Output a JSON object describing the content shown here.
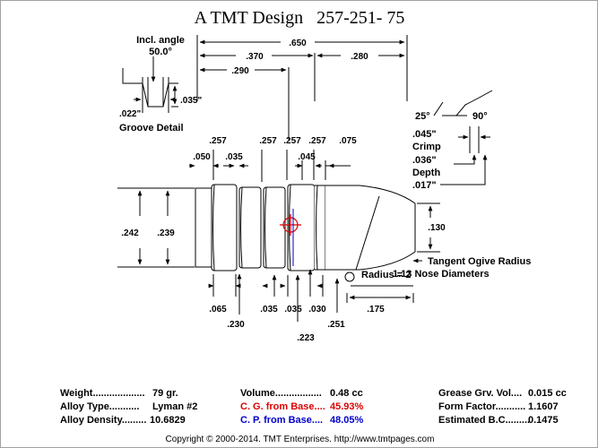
{
  "title": "A TMT Design   257-251- 75",
  "dimensions": {
    "overall_length": ".650",
    "len_370": ".370",
    "len_280": ".280",
    "len_290": ".290",
    "groove_depth_035": ".035\"",
    "groove_width_022": ".022\"",
    "dia_257_a": ".257",
    "dia_257_b": ".257",
    "dia_257_c": ".257",
    "dia_257_d": ".257",
    "len_050": ".050",
    "len_035_top": ".035",
    "len_045": ".045",
    "len_075": ".075",
    "dia_242": ".242",
    "dia_239": ".239",
    "meplat_130": ".130",
    "len_065": ".065",
    "len_230": ".230",
    "len_035_b1": ".035",
    "len_035_b2": ".035",
    "len_030": ".030",
    "len_223": ".223",
    "len_251": ".251",
    "len_175": ".175"
  },
  "groove": {
    "incl_angle_label": "Incl. angle",
    "incl_angle_value": "50.0°",
    "caption": "Groove Detail"
  },
  "crimp": {
    "angle_25": "25°",
    "angle_90": "90°",
    "width": ".045\"",
    "label": "Crimp",
    "depth_value": ".036\"",
    "depth_label": "Depth",
    "extra": ".017\""
  },
  "ogive": {
    "line1": "Tangent Ogive Radius",
    "radius_label": "Radius = 2",
    "line2": "1.13  Nose Diameters"
  },
  "stats_left": {
    "weight_key": "Weight...................",
    "weight_val": "79 gr.",
    "alloy_type_key": "Alloy Type...........",
    "alloy_type_val": "Lyman #2",
    "alloy_density_key": "Alloy Density.........",
    "alloy_density_val": "10.6829"
  },
  "stats_mid": {
    "volume_key": "Volume.................",
    "volume_val": "0.48 cc",
    "cg_key": "C. G. from Base....",
    "cg_val": "45.93%",
    "cp_key": "C. P. from Base....",
    "cp_val": "48.05%"
  },
  "stats_right": {
    "grease_key": "Grease Grv. Vol....",
    "grease_val": "0.015 cc",
    "form_key": "Form Factor...........",
    "form_val": "1.1607",
    "bc_key": "Estimated B.C.........",
    "bc_val": "0.1475"
  },
  "colors": {
    "cg": "#dd0000",
    "cp": "#0000cc"
  },
  "copyright": "Copyright © 2000-2014. TMT Enterprises.  http://www.tmtpages.com"
}
